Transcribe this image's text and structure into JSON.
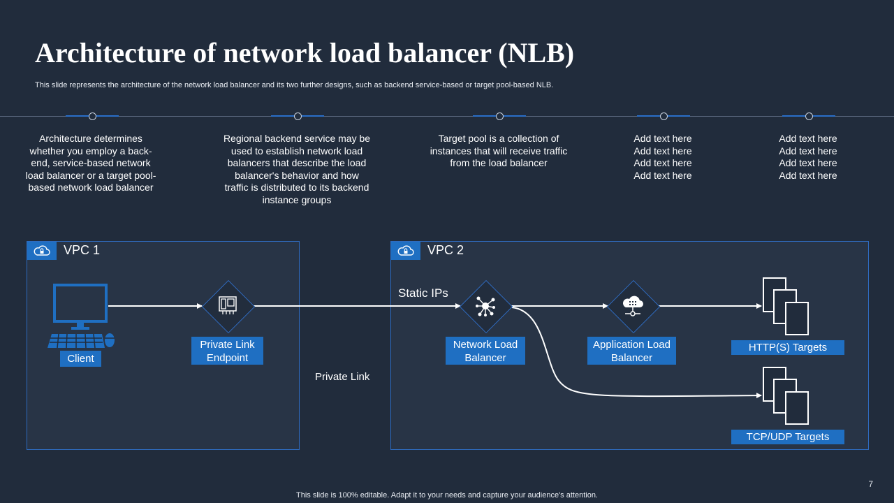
{
  "title": "Architecture of network load balancer (NLB)",
  "subtitle": "This slide represents the architecture of the network load balancer and its two further designs, such as backend service-based or target pool-based NLB.",
  "timeline": [
    {
      "text": "Architecture determines whether you employ a back-end, service-based network load balancer or a target pool-based network load balancer"
    },
    {
      "text": "Regional backend service may be used to establish network load balancers that describe the load balancer's behavior and how traffic is distributed to its backend instance groups"
    },
    {
      "text": "Target pool is a collection of instances that will receive traffic from the load balancer"
    },
    {
      "text": "Add text here Add text here Add text here Add text here"
    },
    {
      "text": "Add text here Add text here Add text here Add text here"
    }
  ],
  "vpc1": {
    "label": "VPC 1",
    "icon": "cloud-lock-icon"
  },
  "vpc2": {
    "label": "VPC 2",
    "icon": "cloud-lock-icon"
  },
  "nodes": {
    "client": {
      "label": "Client",
      "icon": "desktop-computer-icon"
    },
    "endpoint": {
      "label": "Private Link Endpoint",
      "icon": "endpoint-icon"
    },
    "nlb": {
      "label": "Network Load Balancer",
      "icon": "network-hub-icon"
    },
    "alb": {
      "label": "Application Load Balancer",
      "icon": "cloud-server-icon"
    },
    "http_targets": {
      "label": "HTTP(S) Targets",
      "icon": "documents-stack-icon"
    },
    "tcp_targets": {
      "label": "TCP/UDP Targets",
      "icon": "documents-stack-icon"
    }
  },
  "labels": {
    "static_ips": "Static IPs",
    "private_link": "Private Link"
  },
  "footer": "This slide is 100% editable. Adapt it to your needs and capture your audience's attention.",
  "page_number": "7",
  "colors": {
    "background": "#212c3c",
    "accent": "#1f6fc2",
    "box_border": "#2f6bbf"
  }
}
